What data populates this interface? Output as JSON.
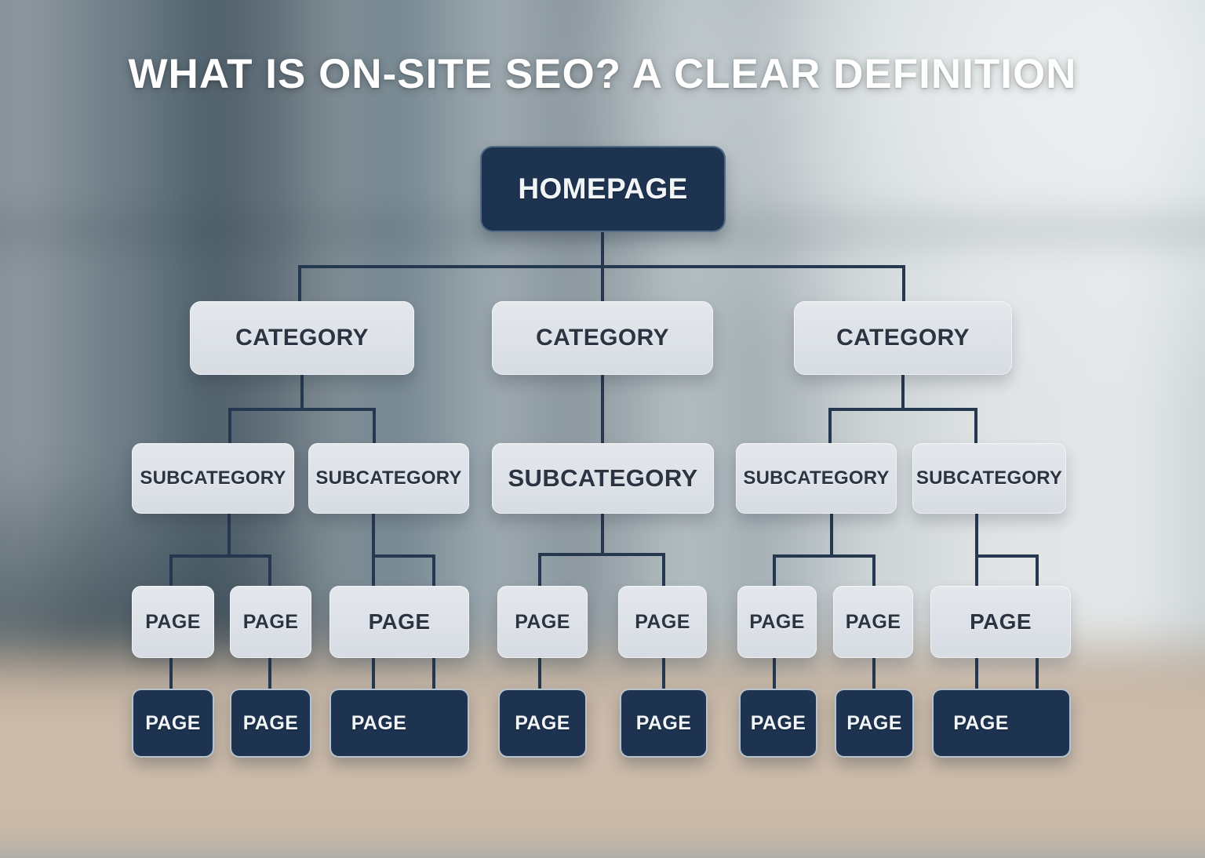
{
  "title": "WHAT IS ON-SITE SEO? A CLEAR DEFINITION",
  "colors": {
    "navy_box": "#1d3350",
    "light_box": "#dde1e7",
    "connector_line": "#26384f",
    "box_text": "#2b3440",
    "title_text": "#ffffff"
  },
  "diagram": {
    "homepage": {
      "label": "HOMEPAGE"
    },
    "categories": [
      {
        "label": "CATEGORY",
        "subcategories": [
          {
            "label": "SUBCATEGORY",
            "pages": [
              {
                "label": "PAGE",
                "child": {
                  "label": "PAGE"
                }
              },
              {
                "label": "PAGE",
                "child": {
                  "label": "PAGE"
                }
              }
            ]
          },
          {
            "label": "SUBCATEGORY",
            "pages": [
              {
                "label": "PAGE",
                "child": {
                  "label": "PAGE"
                }
              }
            ]
          }
        ]
      },
      {
        "label": "CATEGORY",
        "subcategories": [
          {
            "label": "SUBCATEGORY",
            "pages": [
              {
                "label": "PAGE",
                "child": {
                  "label": "PAGE"
                }
              },
              {
                "label": "PAGE",
                "child": {
                  "label": "PAGE"
                }
              }
            ]
          }
        ]
      },
      {
        "label": "CATEGORY",
        "subcategories": [
          {
            "label": "SUBCATEGORY",
            "pages": [
              {
                "label": "PAGE",
                "child": {
                  "label": "PAGE"
                }
              },
              {
                "label": "PAGE",
                "child": {
                  "label": "PAGE"
                }
              }
            ]
          },
          {
            "label": "SUBCATEGORY",
            "pages": [
              {
                "label": "PAGE",
                "child": {
                  "label": "PAGE"
                }
              }
            ]
          }
        ]
      }
    ]
  }
}
